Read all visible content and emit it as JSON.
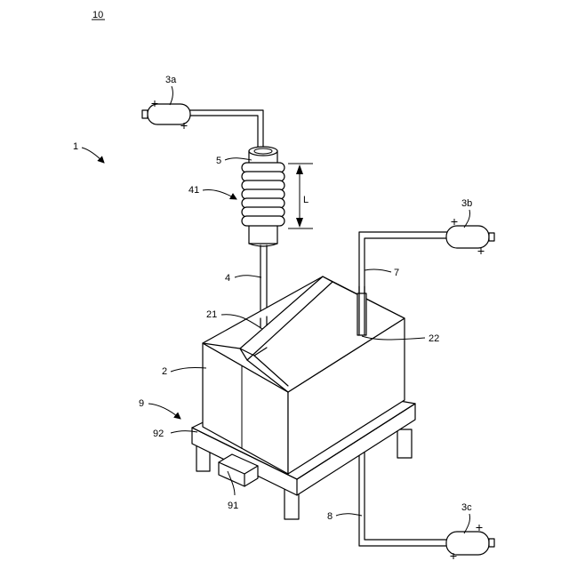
{
  "labels": {
    "fig_no": "10",
    "system": "1",
    "cyl_a": "3a",
    "cyl_b": "3b",
    "cyl_c": "3c",
    "tube_4": "4",
    "body_5": "5",
    "coil_41": "41",
    "dim_L": "L",
    "port_21": "21",
    "port_22": "22",
    "tank_2": "2",
    "pipe_7": "7",
    "pipe_8": "8",
    "base_9": "9",
    "frame_92": "92",
    "box_91": "91"
  }
}
